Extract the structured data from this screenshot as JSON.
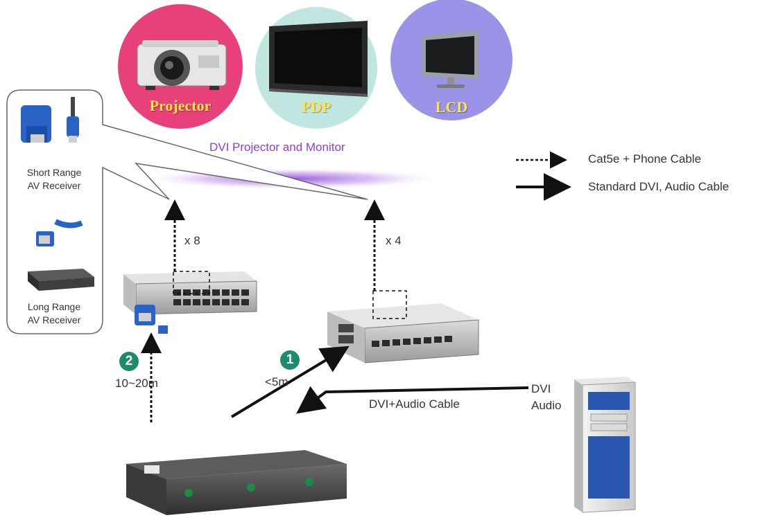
{
  "displays": {
    "projector": {
      "label": "Projector",
      "color": "#e8407a"
    },
    "pdp": {
      "label": "PDP",
      "color": "#bfe6e0"
    },
    "lcd": {
      "label": "LCD",
      "color": "#9a93e8"
    }
  },
  "title_label": "DVI Projector and Monitor",
  "legend": {
    "dashed": "Cat5e + Phone Cable",
    "solid": "Standard DVI, Audio Cable"
  },
  "receivers": {
    "short_range": {
      "line1": "Short Range",
      "line2": "AV Receiver"
    },
    "long_range": {
      "line1": "Long Range",
      "line2": "AV Receiver"
    }
  },
  "counts": {
    "left": "x 8",
    "right": "x 4"
  },
  "steps": {
    "one": {
      "badge": "1",
      "distance": "<5m"
    },
    "two": {
      "badge": "2",
      "distance": "10~20m"
    }
  },
  "cable_label": "DVI+Audio Cable",
  "pc_label": {
    "line1": "DVI",
    "line2": "Audio"
  },
  "colors": {
    "accent_purple": "#8a3fd6",
    "badge_green": "#1e8a6e",
    "caption_yellow": "#ffe44a"
  }
}
